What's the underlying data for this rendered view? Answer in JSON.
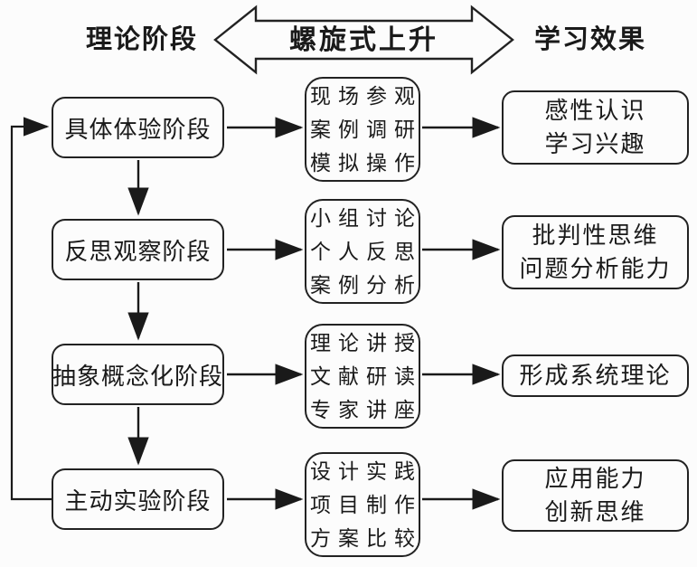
{
  "header": {
    "left_label": "理论阶段",
    "spiral_arrow_label": "螺旋式上升",
    "right_label": "学习效果"
  },
  "rows": [
    {
      "stage": "具体体验阶段",
      "activities": [
        "现场参观",
        "案例调研",
        "模拟操作"
      ],
      "outcomes": [
        "感性认识",
        "学习兴趣"
      ]
    },
    {
      "stage": "反思观察阶段",
      "activities": [
        "小组讨论",
        "个人反思",
        "案例分析"
      ],
      "outcomes": [
        "批判性思维",
        "问题分析能力"
      ]
    },
    {
      "stage": "抽象概念化阶段",
      "activities": [
        "理论讲授",
        "文献研读",
        "专家讲座"
      ],
      "outcomes": [
        "形成系统理论"
      ]
    },
    {
      "stage": "主动实验阶段",
      "activities": [
        "设计实践",
        "项目制作",
        "方案比较"
      ],
      "outcomes": [
        "应用能力",
        "创新思维"
      ]
    }
  ],
  "colors": {
    "line": "#1a1a1a",
    "background": "#fcfcfc",
    "text": "#1a1a1a"
  }
}
